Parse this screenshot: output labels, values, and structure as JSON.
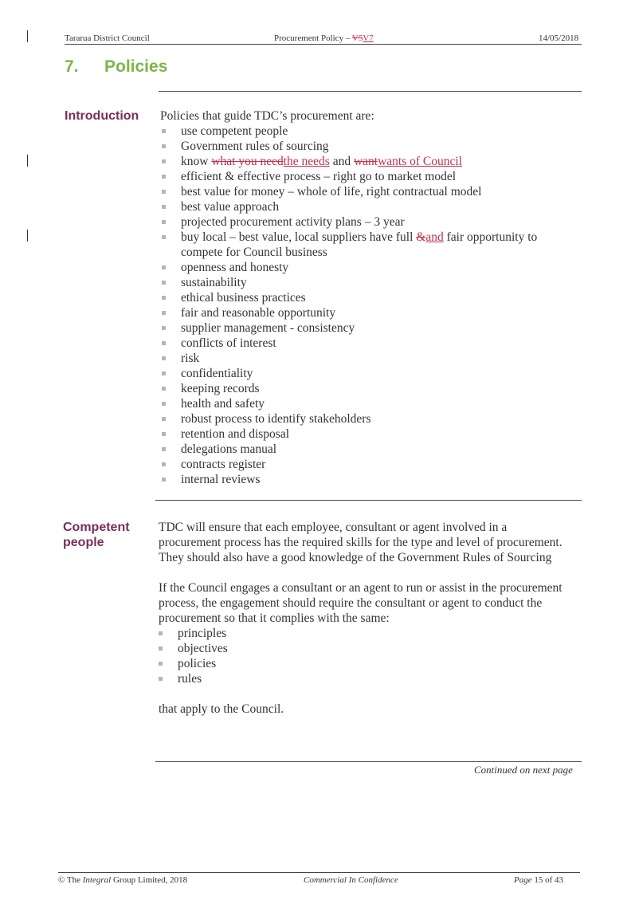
{
  "header": {
    "org": "Tararua District Council",
    "doc_title_prefix": "Procurement Policy – ",
    "doc_version_deleted": "V5",
    "doc_version_inserted": "V7",
    "date": "14/05/2018"
  },
  "section": {
    "number": "7.",
    "title": "Policies"
  },
  "introduction": {
    "label": "Introduction",
    "lead": "Policies that guide TDC’s procurement are:",
    "items": [
      "use competent people",
      "Government rules of sourcing",
      "efficient & effective process – right go to market model",
      "best value for money – whole of life, right contractual model",
      "best value approach",
      "projected procurement activity plans – 3 year",
      "openness and honesty",
      "sustainability",
      "ethical business practices",
      "fair and reasonable opportunity",
      "supplier management - consistency",
      "conflicts of interest",
      "risk",
      "confidentiality",
      "keeping records",
      "health and safety",
      "robust process to identify stakeholders",
      "retention and disposal",
      "delegations manual",
      "contracts register",
      "internal reviews"
    ],
    "know_item": {
      "a": "know ",
      "del1": "what you need",
      "ins1": "the needs",
      "b": " and ",
      "del2": "want",
      "ins2": "wants of Council"
    },
    "buy_local_item": {
      "a": "buy local – best value, local suppliers have full ",
      "del": "&",
      "ins": "and",
      "b": " fair opportunity to compete for Council business"
    }
  },
  "competent": {
    "label_line1": "Competent",
    "label_line2": "people",
    "para1": "TDC will ensure that each employee, consultant or agent involved in a procurement process has the required skills for the type and level of procurement.  They should also have a good knowledge of the Government Rules of Sourcing",
    "para2": "If the Council engages a consultant or an agent to run or assist in the procurement process, the engagement should require the consultant or agent to conduct the procurement so that it complies with the same:",
    "items": [
      "principles",
      "objectives",
      "policies",
      "rules"
    ],
    "closing": "that apply to the Council."
  },
  "continued": "Continued on next page",
  "footer": {
    "copyright_prefix": "© The ",
    "copyright_italic": "Integral",
    "copyright_suffix": " Group Limited, 2018",
    "center": "Commercial In Confidence",
    "page_word": "Page",
    "page_text": " 15 of 43"
  }
}
